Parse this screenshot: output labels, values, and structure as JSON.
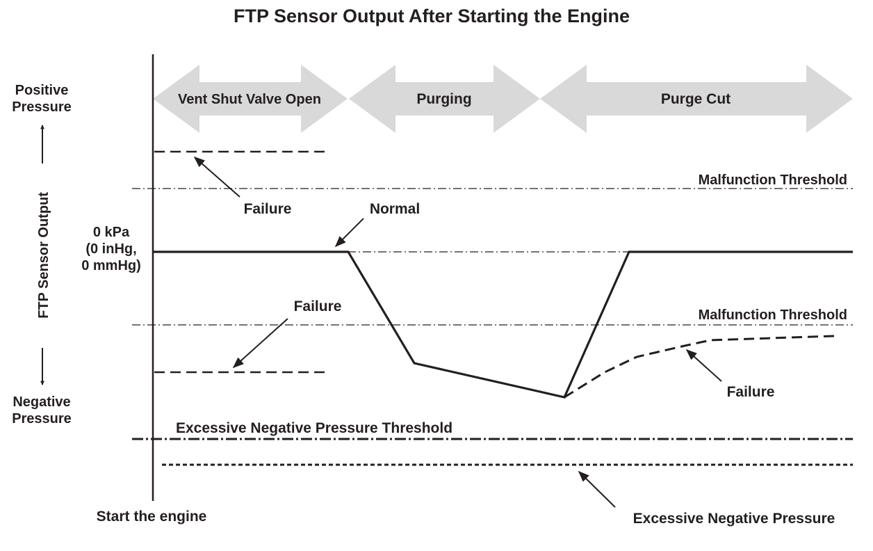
{
  "title": "FTP Sensor Output After Starting the Engine",
  "phases": {
    "vent": "Vent Shut Valve Open",
    "purging": "Purging",
    "purge_cut": "Purge Cut"
  },
  "y_axis": {
    "label": "FTP Sensor Output",
    "top_line1": "Positive",
    "top_line2": "Pressure",
    "bottom_line1": "Negative",
    "bottom_line2": "Pressure",
    "zero_line1": "0 kPa",
    "zero_line2": "(0 inHg,",
    "zero_line3": "0 mmHg)"
  },
  "labels": {
    "malfunction_upper": "Malfunction Threshold",
    "malfunction_lower": "Malfunction Threshold",
    "failure_upper": "Failure",
    "failure_lower": "Failure",
    "failure_right": "Failure",
    "normal": "Normal",
    "excessive_threshold": "Excessive Negative Pressure Threshold",
    "excessive_pressure": "Excessive Negative Pressure",
    "start_engine": "Start the engine"
  },
  "colors": {
    "ink": "#231f20",
    "arrow_fill": "#d9d9d9"
  }
}
